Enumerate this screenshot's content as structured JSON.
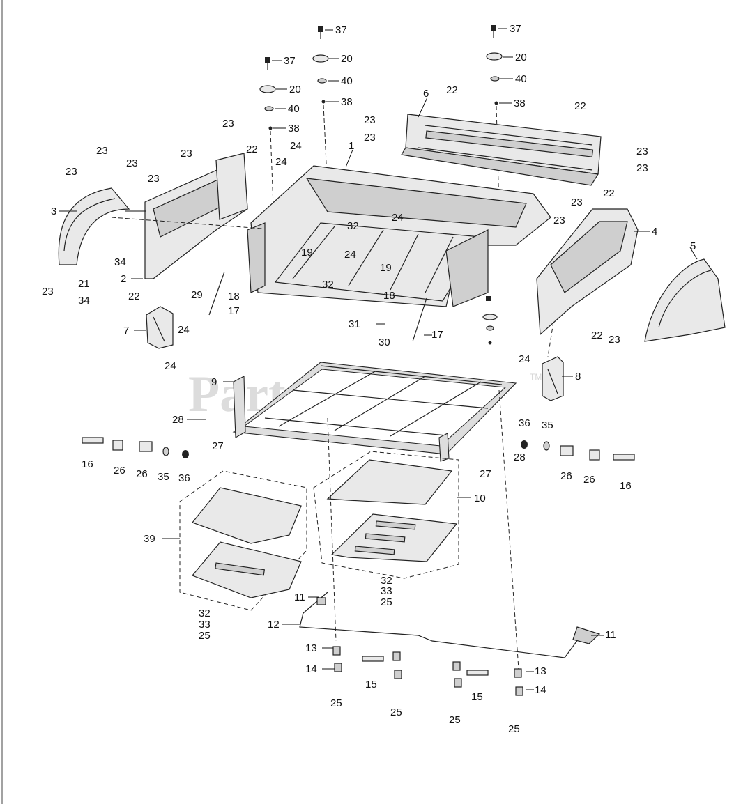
{
  "watermark": {
    "text": "PartsTree",
    "mark": "TM"
  },
  "callouts": [
    {
      "id": "c37a",
      "label": "37"
    },
    {
      "id": "c20a",
      "label": "20"
    },
    {
      "id": "c40a",
      "label": "40"
    },
    {
      "id": "c38a",
      "label": "38"
    },
    {
      "id": "c37b",
      "label": "37"
    },
    {
      "id": "c20b",
      "label": "20"
    },
    {
      "id": "c40b",
      "label": "40"
    },
    {
      "id": "c38b",
      "label": "38"
    },
    {
      "id": "c37c",
      "label": "37"
    },
    {
      "id": "c20c",
      "label": "20"
    },
    {
      "id": "c40c",
      "label": "40"
    },
    {
      "id": "c38c",
      "label": "38"
    },
    {
      "id": "c6",
      "label": "6"
    },
    {
      "id": "c22a",
      "label": "22"
    },
    {
      "id": "c22b",
      "label": "22"
    },
    {
      "id": "c22c",
      "label": "22"
    },
    {
      "id": "c23a",
      "label": "23"
    },
    {
      "id": "c23b",
      "label": "23"
    },
    {
      "id": "c23c",
      "label": "23"
    },
    {
      "id": "c23d",
      "label": "23"
    },
    {
      "id": "c1",
      "label": "1"
    },
    {
      "id": "c24a",
      "label": "24"
    },
    {
      "id": "c24b",
      "label": "24"
    },
    {
      "id": "c22d",
      "label": "22"
    },
    {
      "id": "c23e",
      "label": "23"
    },
    {
      "id": "c23f",
      "label": "23"
    },
    {
      "id": "c23g",
      "label": "23"
    },
    {
      "id": "c23h",
      "label": "23"
    },
    {
      "id": "c23i",
      "label": "23"
    },
    {
      "id": "c23j",
      "label": "23"
    },
    {
      "id": "c3",
      "label": "3"
    },
    {
      "id": "c34a",
      "label": "34"
    },
    {
      "id": "c21",
      "label": "21"
    },
    {
      "id": "c34b",
      "label": "34"
    },
    {
      "id": "c23k",
      "label": "23"
    },
    {
      "id": "c2",
      "label": "2"
    },
    {
      "id": "c29",
      "label": "29"
    },
    {
      "id": "c22e",
      "label": "22"
    },
    {
      "id": "c7",
      "label": "7"
    },
    {
      "id": "c24c",
      "label": "24"
    },
    {
      "id": "c24d",
      "label": "24"
    },
    {
      "id": "c32a",
      "label": "32"
    },
    {
      "id": "c24e",
      "label": "24"
    },
    {
      "id": "c19a",
      "label": "19"
    },
    {
      "id": "c24f",
      "label": "24"
    },
    {
      "id": "c32b",
      "label": "32"
    },
    {
      "id": "c18a",
      "label": "18"
    },
    {
      "id": "c17a",
      "label": "17"
    },
    {
      "id": "c19b",
      "label": "19"
    },
    {
      "id": "c18b",
      "label": "18"
    },
    {
      "id": "c31",
      "label": "31"
    },
    {
      "id": "c30",
      "label": "30"
    },
    {
      "id": "c17b",
      "label": "17"
    },
    {
      "id": "c23l",
      "label": "23"
    },
    {
      "id": "c23m",
      "label": "23"
    },
    {
      "id": "c4",
      "label": "4"
    },
    {
      "id": "c5",
      "label": "5"
    },
    {
      "id": "c22f",
      "label": "22"
    },
    {
      "id": "c23n",
      "label": "23"
    },
    {
      "id": "c24g",
      "label": "24"
    },
    {
      "id": "c8",
      "label": "8"
    },
    {
      "id": "c9",
      "label": "9"
    },
    {
      "id": "c28a",
      "label": "28"
    },
    {
      "id": "c27a",
      "label": "27"
    },
    {
      "id": "c36a",
      "label": "36"
    },
    {
      "id": "c35a",
      "label": "35"
    },
    {
      "id": "c28b",
      "label": "28"
    },
    {
      "id": "c27b",
      "label": "27"
    },
    {
      "id": "c26a",
      "label": "26"
    },
    {
      "id": "c26b",
      "label": "26"
    },
    {
      "id": "c16a",
      "label": "16"
    },
    {
      "id": "c16b",
      "label": "16"
    },
    {
      "id": "c26c",
      "label": "26"
    },
    {
      "id": "c26d",
      "label": "26"
    },
    {
      "id": "c35b",
      "label": "35"
    },
    {
      "id": "c36b",
      "label": "36"
    },
    {
      "id": "c10",
      "label": "10"
    },
    {
      "id": "c39",
      "label": "39"
    },
    {
      "id": "c32c",
      "label": "32"
    },
    {
      "id": "c33a",
      "label": "33"
    },
    {
      "id": "c25a",
      "label": "25"
    },
    {
      "id": "c32d",
      "label": "32"
    },
    {
      "id": "c33b",
      "label": "33"
    },
    {
      "id": "c25b",
      "label": "25"
    },
    {
      "id": "c11a",
      "label": "11"
    },
    {
      "id": "c12",
      "label": "12"
    },
    {
      "id": "c11b",
      "label": "11"
    },
    {
      "id": "c13a",
      "label": "13"
    },
    {
      "id": "c14a",
      "label": "14"
    },
    {
      "id": "c15a",
      "label": "15"
    },
    {
      "id": "c15b",
      "label": "15"
    },
    {
      "id": "c13b",
      "label": "13"
    },
    {
      "id": "c14b",
      "label": "14"
    },
    {
      "id": "c25c",
      "label": "25"
    },
    {
      "id": "c25d",
      "label": "25"
    },
    {
      "id": "c25e",
      "label": "25"
    },
    {
      "id": "c25f",
      "label": "25"
    }
  ]
}
